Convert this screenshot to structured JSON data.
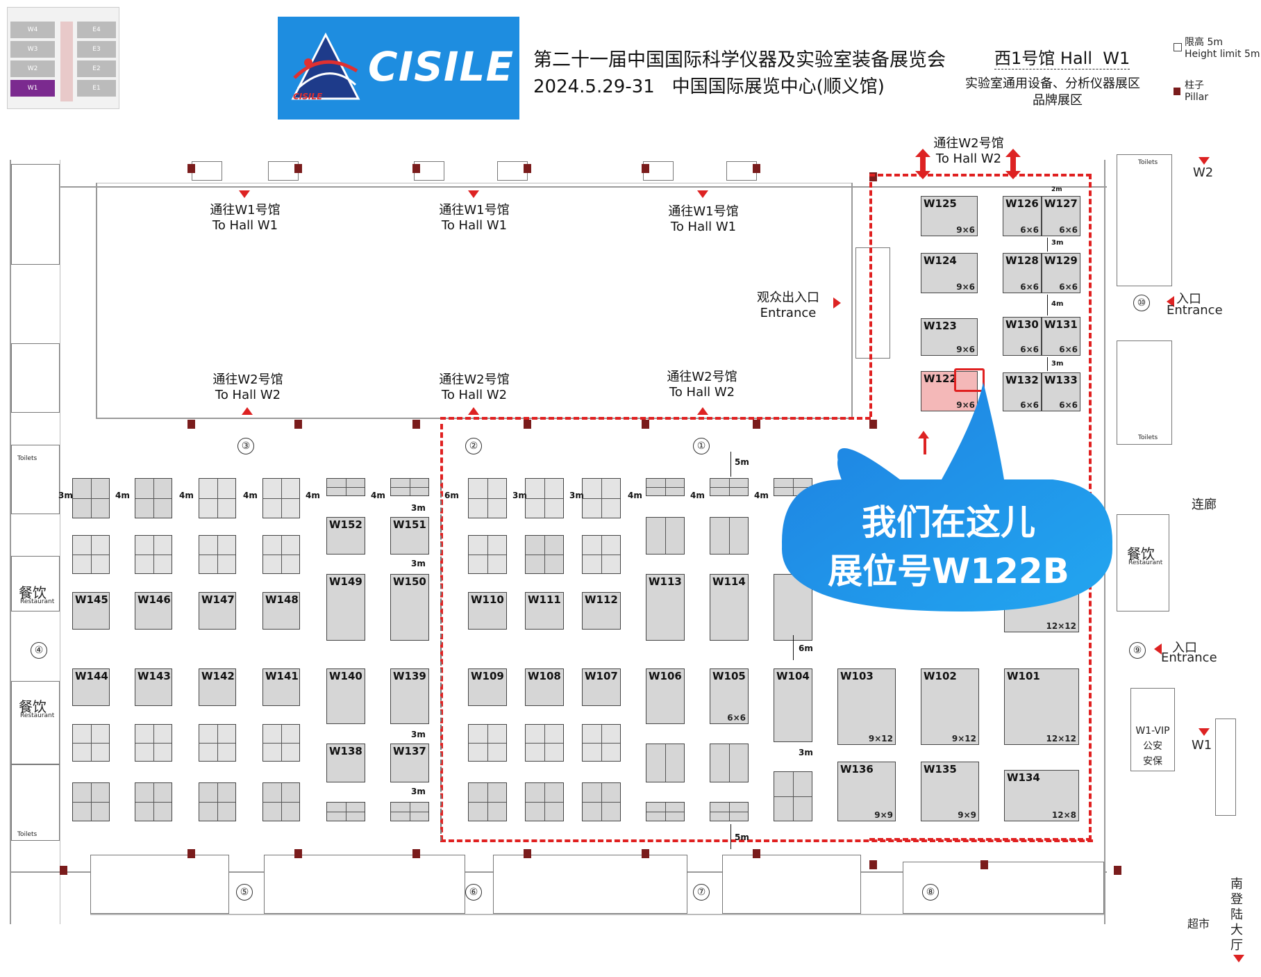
{
  "header": {
    "logo_text": "CISILE",
    "logo_sub": "CISILE",
    "title_cn": "第二十一届中国国际科学仪器及实验室装备展览会",
    "date_venue": "2024.5.29-31   中国国际展览中心(顺义馆)",
    "hall": "西1号馆 Hall  W1",
    "zone_line1": "实验室通用设备、分析仪器展区",
    "zone_line2": "品牌展区",
    "legend_height_cn": "限高 5m",
    "legend_height_en": "Height limit 5m",
    "legend_pillar_cn": "柱子",
    "legend_pillar_en": "Pillar"
  },
  "minimap": {
    "halls_left": [
      "W4",
      "W3",
      "W2",
      "W1"
    ],
    "halls_right": [
      "E4",
      "E3",
      "E2",
      "E1"
    ]
  },
  "labels": {
    "to_w1_cn": "通往W1号馆",
    "to_w1_en": "To Hall W1",
    "to_w2_cn": "通往W2号馆",
    "to_w2_en": "To Hall W2",
    "visitor_exit_cn": "观众出入口",
    "entrance_en": "Entrance",
    "entrance_cn": "入口",
    "w2": "W2",
    "w1": "W1",
    "corridor": "连廊",
    "restaurant_cn": "餐饮",
    "restaurant_en": "Restaurant",
    "supermarket": "超市",
    "south_hall": "南登陆大厅",
    "vip_line1": "W1-VIP",
    "vip_line2": "公安",
    "vip_line3": "安保",
    "toilets": "Toilets"
  },
  "callout": {
    "line1": "我们在这儿",
    "line2": "展位号W122B",
    "bg_color": "#1a8ee6"
  },
  "entrances": {
    "n1": "①",
    "n2": "②",
    "n3": "③",
    "n4": "④",
    "n5": "⑤",
    "n6": "⑥",
    "n7": "⑦",
    "n8": "⑧",
    "n9": "⑨",
    "n10": "⑩"
  },
  "dimensions": {
    "d2m": "2m",
    "d3m": "3m",
    "d4m": "4m",
    "d5m": "5m",
    "d6m": "6m"
  },
  "booths": {
    "W125": {
      "id": "W125",
      "size": "9×6"
    },
    "W124": {
      "id": "W124",
      "size": "9×6"
    },
    "W123": {
      "id": "W123",
      "size": "9×6"
    },
    "W122": {
      "id": "W122",
      "size": "9×6"
    },
    "W126": {
      "id": "W126",
      "size": "6×6"
    },
    "W127": {
      "id": "W127",
      "size": "6×6"
    },
    "W128": {
      "id": "W128",
      "size": "6×6"
    },
    "W129": {
      "id": "W129",
      "size": "6×6"
    },
    "W130": {
      "id": "W130",
      "size": "6×6"
    },
    "W131": {
      "id": "W131",
      "size": "6×6"
    },
    "W132": {
      "id": "W132",
      "size": "6×6"
    },
    "W133": {
      "id": "W133",
      "size": "6×6"
    },
    "W152": {
      "id": "W152"
    },
    "W151": {
      "id": "W151"
    },
    "W149": {
      "id": "W149"
    },
    "W150": {
      "id": "W150"
    },
    "W145": {
      "id": "W145"
    },
    "W146": {
      "id": "W146"
    },
    "W147": {
      "id": "W147"
    },
    "W148": {
      "id": "W148"
    },
    "W110": {
      "id": "W110"
    },
    "W111": {
      "id": "W111"
    },
    "W112": {
      "id": "W112"
    },
    "W113": {
      "id": "W113"
    },
    "W114": {
      "id": "W114"
    },
    "W144": {
      "id": "W144"
    },
    "W143": {
      "id": "W143"
    },
    "W142": {
      "id": "W142"
    },
    "W141": {
      "id": "W141"
    },
    "W140": {
      "id": "W140"
    },
    "W139": {
      "id": "W139"
    },
    "W109": {
      "id": "W109"
    },
    "W108": {
      "id": "W108"
    },
    "W107": {
      "id": "W107"
    },
    "W106": {
      "id": "W106"
    },
    "W105": {
      "id": "W105",
      "size": "6×6"
    },
    "W104": {
      "id": "W104"
    },
    "W103": {
      "id": "W103",
      "size": "9×12"
    },
    "W102": {
      "id": "W102",
      "size": "9×12"
    },
    "W101": {
      "id": "W101",
      "size": "12×12"
    },
    "W138": {
      "id": "W138"
    },
    "W137": {
      "id": "W137"
    },
    "W136": {
      "id": "W136",
      "size": "9×9"
    },
    "W135": {
      "id": "W135",
      "size": "9×9"
    },
    "W134": {
      "id": "W134",
      "size": "12×8"
    },
    "W1x12": {
      "size": "12×12"
    }
  },
  "colors": {
    "dashed_red": "#e02020",
    "booth_gray": "#d6d6d6",
    "highlight": "#f4b8b8",
    "pillar": "#7a1c1c",
    "logo_bg": "#1e8de0"
  }
}
